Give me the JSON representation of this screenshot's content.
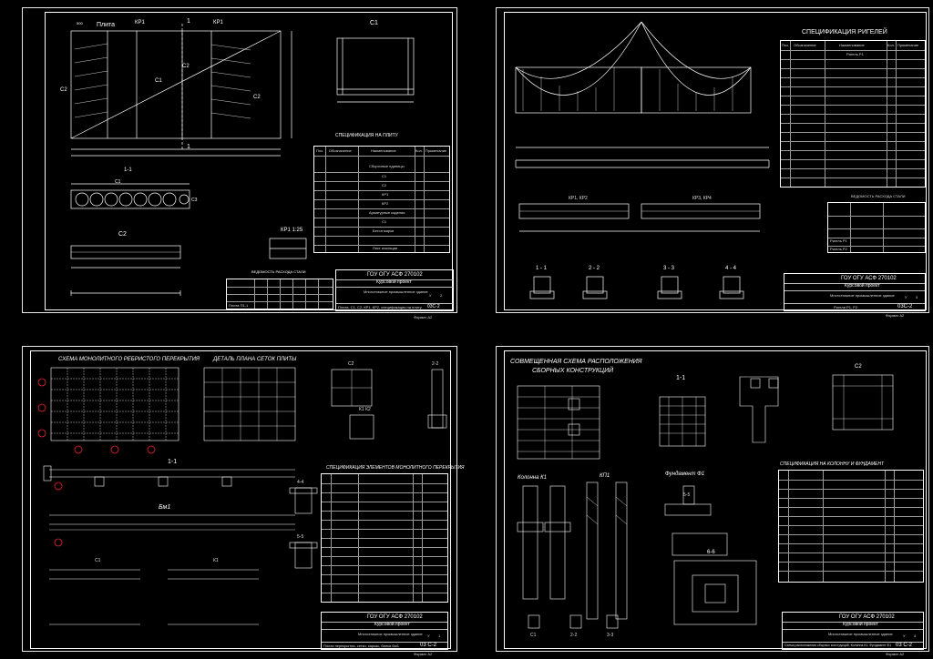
{
  "sheets": [
    {
      "main_labels": {
        "plita": "Плита",
        "kp1a": "КР1",
        "kp1b": "КР1",
        "num1a": "1",
        "num1b": "1",
        "c2a": "С2",
        "c2b": "С2",
        "c2c": "С2",
        "c1": "С1",
        "dim500": "500",
        "section_1_1": "1-1",
        "c2_title": "С2",
        "kp1_scale": "КР1 1:25",
        "c1_title": "С1",
        "c3": "С3",
        "c1_under": "С1"
      },
      "spec_title": "СПЕЦИФИКАЦИЯ НА ПЛИТУ",
      "spec_headers": [
        "Поз.",
        "Обозначение",
        "Наименование",
        "Кол.",
        "Примечание"
      ],
      "spec_rows": [
        "Сборочные единицы",
        "С1",
        "С2",
        "КР1",
        "КР2",
        "Арматурные изделия",
        "С1",
        "Бетон марки",
        "Лист изоляции"
      ],
      "steel_title": "ВЕДОМОСТЬ РАСХОДА СТАЛИ",
      "steel_caption": "Плита П1-1",
      "stamp": {
        "org": "ГОУ ОГУ АСФ 270102",
        "project": "Курсовой проект",
        "desc": "Многоэтажное промышленное здание",
        "stage": "У",
        "sheet_no": "2",
        "sheet_label": "Плита. С1, С2, КР1, КР2, спецификация на плиту",
        "code": "03С-2",
        "format": "Формат А2"
      }
    },
    {
      "spec_title": "СПЕЦИФИКАЦИЯ РИГЕЛЕЙ",
      "spec_headers": [
        "Поз.",
        "Обозначение",
        "Наименование",
        "Кол.",
        "Примечание"
      ],
      "labels": {
        "kp1kp2": "КР1, КР2",
        "kp3kp4": "КР3, КР4",
        "s11": "1 - 1",
        "s22": "2 - 2",
        "s33": "3 - 3",
        "s44": "4 - 4",
        "steel_title": "ВЕДОМОСТЬ РАСХОДА СТАЛИ",
        "r1": "Ригель Р1",
        "r2": "Ригель Р2",
        "rigel": "Ригель Р1"
      },
      "stamp": {
        "org": "ГОУ ОГУ АСФ 270102",
        "project": "Курсовой проект",
        "desc": "Многоэтажное промышленное здание",
        "stage": "У",
        "sheet_no": "3",
        "sheet_label": "Ригели Р1, Р2",
        "code": "03С-2",
        "format": "Формат А2"
      }
    },
    {
      "title1": "СХЕМА МОНОЛИТНОГО РЕБРИСТОГО ПЕРЕКРЫТИЯ",
      "title2": "ДЕТАЛЬ ПЛАНА СЕТОК ПЛИТЫ",
      "spec_title": "СПЕЦИФИКАЦИЯ ЭЛЕМЕНТОВ МОНОЛИТНОГО ПЕРЕКРЫТИЯ",
      "labels": {
        "s11": "1-1",
        "bm1": "Бм1",
        "s1": "С1",
        "s2": "С2",
        "k1": "К1",
        "k2": "К1 К2",
        "s22": "2-2",
        "s44": "4-4",
        "s55": "5-5"
      },
      "stamp": {
        "org": "ГОУ ОГУ АСФ 270102",
        "project": "Курсовой проект",
        "desc": "Многоэтажное промышленное здание",
        "stage": "У",
        "sheet_no": "1",
        "sheet_label": "Плита перекрытия, сетки, каркас, балка Бм1",
        "code": "03 С-2",
        "format": "Формат А2"
      }
    },
    {
      "title1": "СОВМЕЩЕННАЯ СХЕМА РАСПОЛОЖЕНИЯ",
      "title2": "СБОРНЫХ КОНСТРУКЦИЙ",
      "spec_title": "СПЕЦИФИКАЦИЯ НА КОЛОННУ И ФУНДАМЕНТ",
      "labels": {
        "s11": "1-1",
        "c2": "С2",
        "kolonna": "Колонна К1",
        "kp1": "КП1",
        "fund": "Фундамент Ф1",
        "s55": "5-5",
        "s66": "6-6",
        "c1": "С1",
        "s22": "2-2",
        "s33": "3-3"
      },
      "stamp": {
        "org": "ГОУ ОГУ АСФ 270102",
        "project": "Курсовой проект",
        "desc": "Многоэтажное промышленное здание",
        "stage": "У",
        "sheet_no": "4",
        "sheet_label": "Схема расположения сборных конструкций. Колонна К1. Фундамент Ф1",
        "code": "03 С-2",
        "format": "Формат А2"
      }
    }
  ]
}
